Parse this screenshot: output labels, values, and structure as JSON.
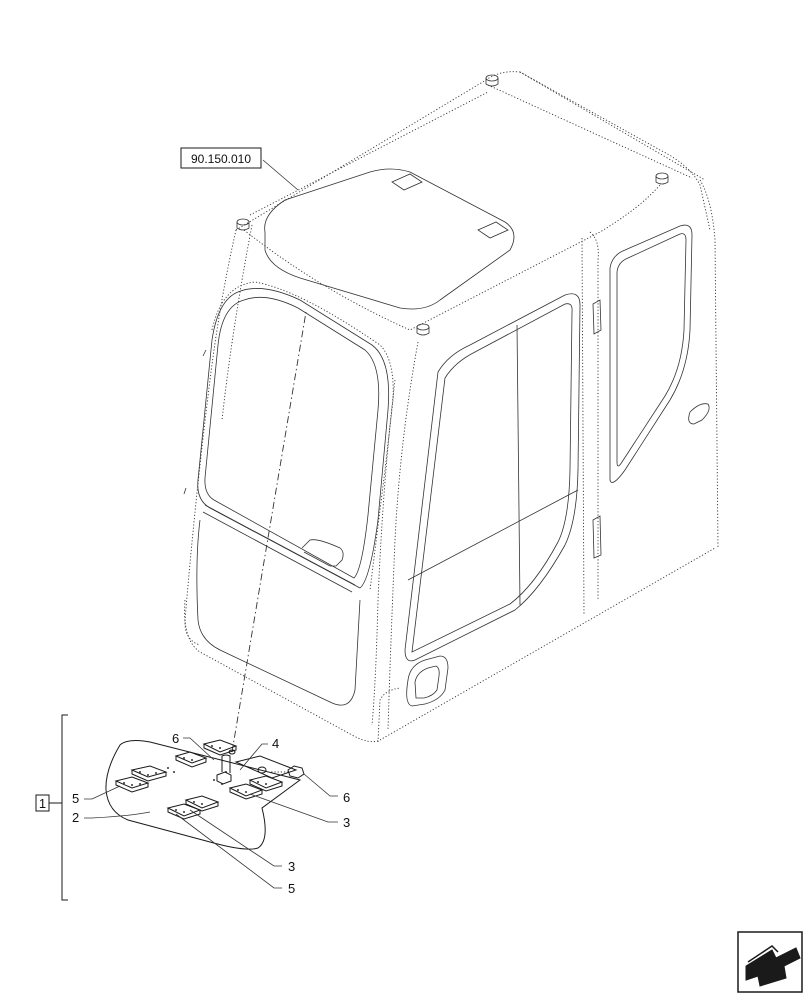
{
  "reference_label": "90.150.010",
  "kit_label": "1",
  "callouts": {
    "c6_top": "6",
    "c4": "4",
    "c6_right": "6",
    "c5_left": "5",
    "c2": "2",
    "c3_right": "3",
    "c3_bottom": "3",
    "c5_bottom": "5"
  },
  "nav_icon": "arrow-next-page-icon"
}
